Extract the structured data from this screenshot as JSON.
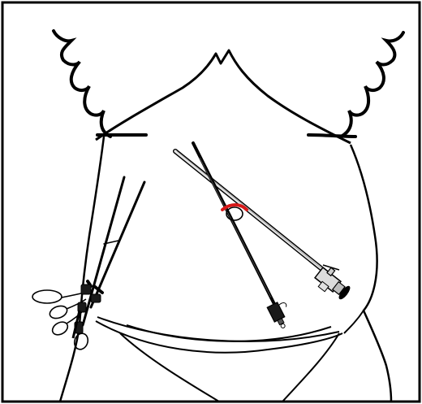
{
  "illustration": {
    "subject": "laparoscopic-instruments-on-abdomen",
    "colors": {
      "outline": "#000000",
      "background": "#ffffff",
      "highlight": "#d81818",
      "steel": "#9a9a9a"
    },
    "instruments": [
      {
        "name": "grasper-forceps-upper",
        "icon": "scissor-handle-icon"
      },
      {
        "name": "grasper-forceps-lower",
        "icon": "scissor-handle-icon"
      },
      {
        "name": "trocar-with-obturator",
        "icon": "trocar-icon"
      },
      {
        "name": "laparoscope",
        "icon": "telescope-icon"
      }
    ]
  }
}
